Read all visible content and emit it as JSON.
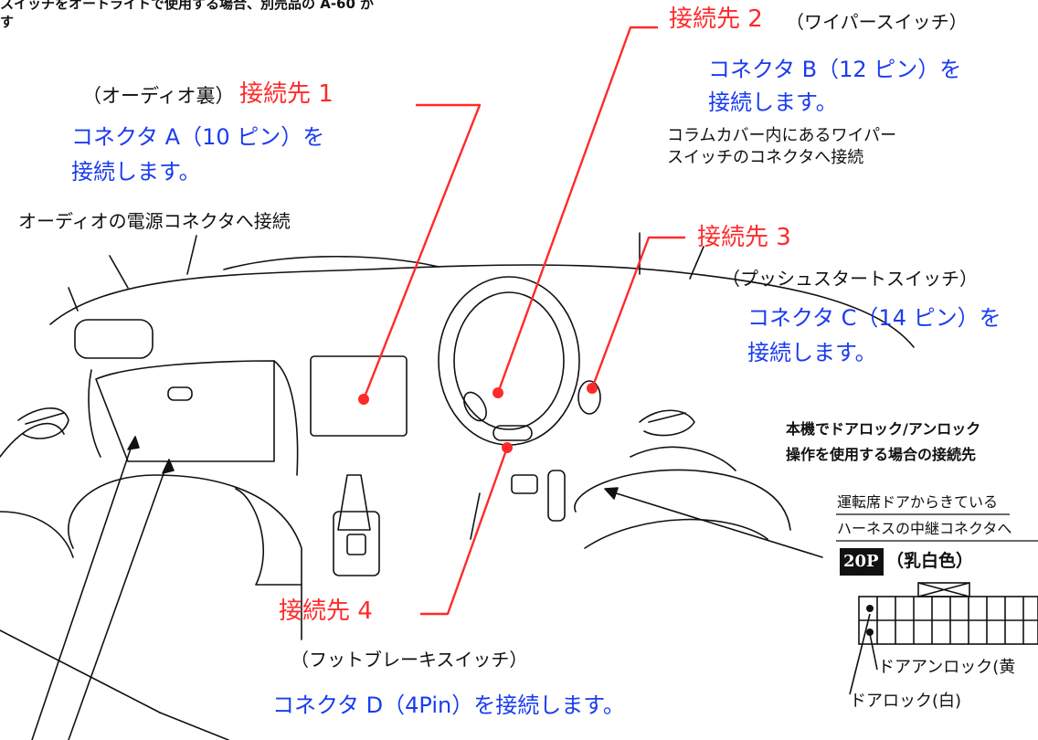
{
  "header": {
    "line1": "スイッチをオートライトで使用する場合、別売品の A-60 が",
    "line2": "す"
  },
  "connections": [
    {
      "label": "接続先 1",
      "note": "（オーディオ裏）",
      "connector": "コネクタ A（10 ピン）を",
      "action": "接続します。",
      "desc": [
        "オーディオの電源コネクタへ接続"
      ]
    },
    {
      "label": "接続先 2",
      "note": "（ワイパースイッチ）",
      "connector": "コネクタ B（12 ピン）を",
      "action": "接続します。",
      "desc": [
        "コラムカバー内にあるワイパー",
        "スイッチのコネクタへ接続"
      ]
    },
    {
      "label": "接続先 3",
      "note": "（プッシュスタートスイッチ）",
      "connector": "コネクタ C（14 ピン）を",
      "action": "接続します。",
      "desc": []
    },
    {
      "label": "接続先 4",
      "note": "（フットブレーキスイッチ）",
      "connector": "コネクタ D（4Pin）を接続します。",
      "action": "",
      "desc": []
    }
  ],
  "door_lock": {
    "title_line1": "本機でドアロック/アンロック",
    "title_line2": "操作を使用する場合の接続先",
    "harness_line1": "運転席ドアからきている",
    "harness_line2": "ハーネスの中継コネクタへ",
    "pin_badge": "20P",
    "color_label": "（乳白色）",
    "unlock_label": "ドアアンロック(黄",
    "lock_label": "ドアロック(白)"
  },
  "colors": {
    "label_red": "#ff2a2a",
    "connector_blue": "#1a3cf0",
    "leader_line_red": "#ff2a2a",
    "badge_black": "#111111"
  }
}
